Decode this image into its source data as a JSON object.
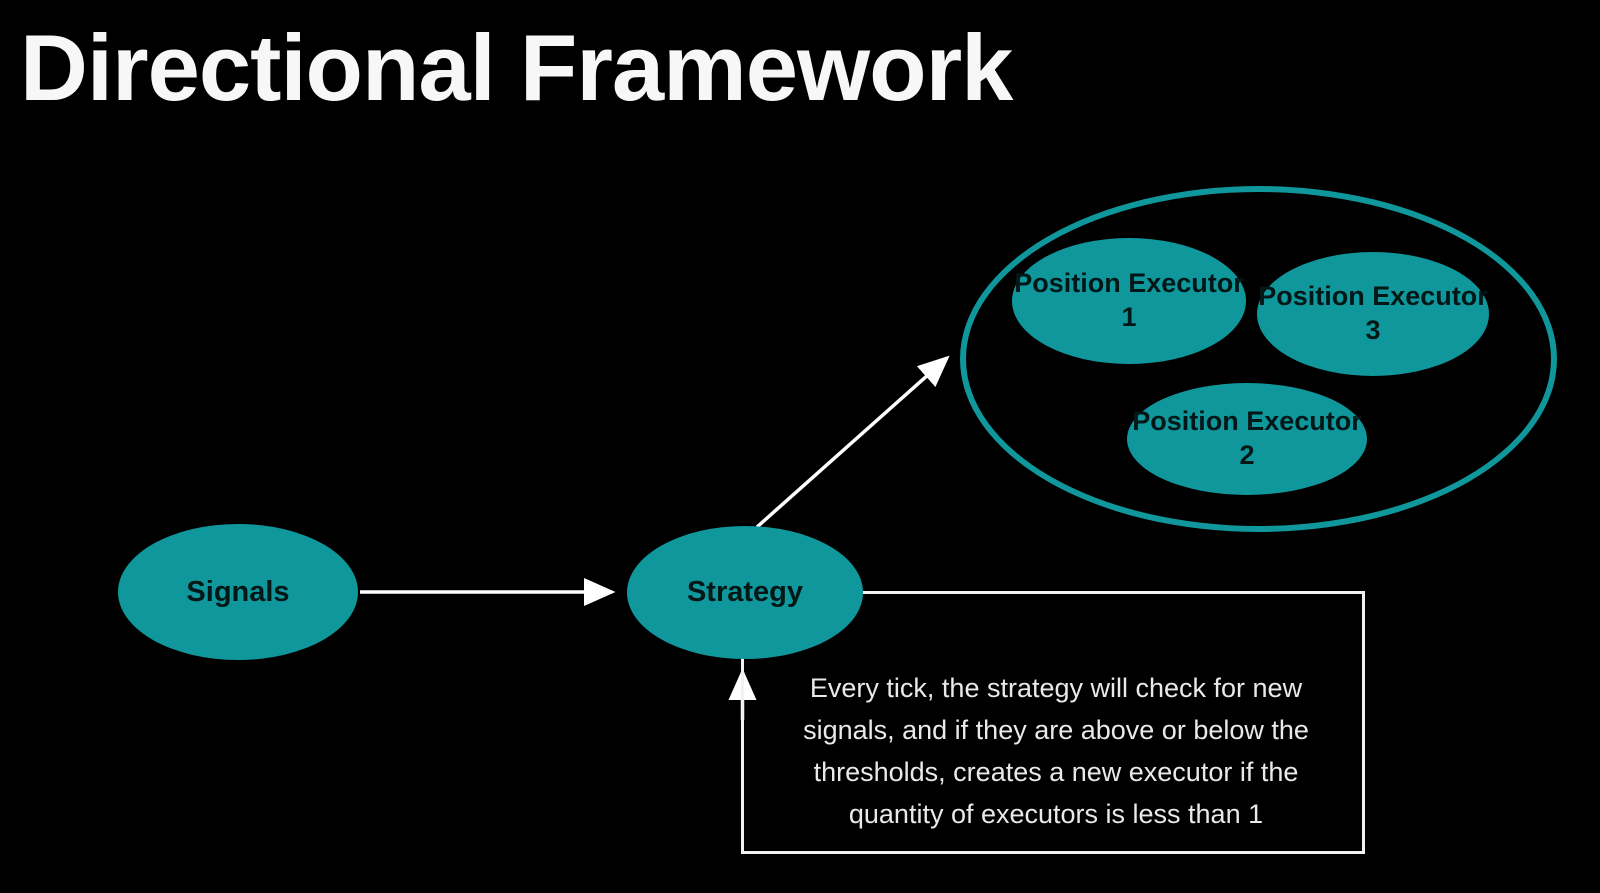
{
  "title": "Directional Framework",
  "diagram": {
    "nodes": {
      "signals": {
        "label": "Signals"
      },
      "strategy": {
        "label": "Strategy"
      },
      "executor1": {
        "label": "Position Executor 1"
      },
      "executor2": {
        "label": "Position Executor 2"
      },
      "executor3": {
        "label": "Position Executor 3"
      }
    },
    "note": {
      "lines": [
        "Every tick, the strategy will check for new",
        "signals, and if they are above or below the",
        "thresholds, creates a new executor if the",
        "quantity of executors is less than 1"
      ]
    },
    "colors": {
      "background": "#000000",
      "node_fill": "#0f979c",
      "cluster_outline": "#0f979c",
      "arrow": "#ffffff",
      "node_text": "#041717",
      "title_text": "#f7f7f7",
      "note_text": "#e9e9e9"
    }
  }
}
